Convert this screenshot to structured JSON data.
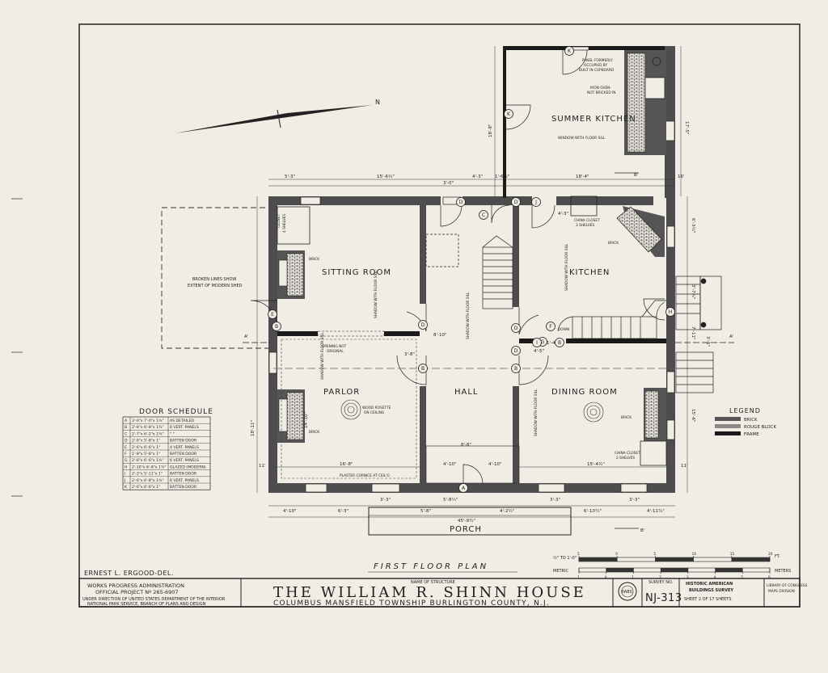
{
  "colors": {
    "paper": "#f1ede4",
    "ink": "#1f1f1f",
    "wall_brick": "#555555",
    "wall_stone": "#8a8a8a"
  },
  "north_label": "N",
  "rooms": {
    "summer_kitchen": "SUMMER KITCHEN",
    "sitting_room": "SITTING ROOM",
    "kitchen": "KITCHEN",
    "parlor": "PARLOR",
    "hall": "HALL",
    "dining_room": "DINING ROOM",
    "porch": "PORCH"
  },
  "notes": {
    "broken_lines_1": "BROKEN LINES SHOW",
    "broken_lines_2": "EXTENT OF MODERN SHED",
    "panel_1": "PANEL FORMERLY",
    "panel_2": "OCCUPIED BY",
    "panel_3": "BUILT IN CUPBOARD",
    "iron_oven_1": "IRON OVEN-",
    "iron_oven_2": "NOT BRICKED IN",
    "summer_window": "WINDOW WITH FLOOR SILL",
    "china_closet_k_1": "CHINA CLOSET",
    "china_closet_k_2": "3 SHELVES",
    "closet_1": "CLOSET",
    "closet_2": "4 SHELVES",
    "brick_1": "BRICK",
    "brick_2": "BRICK",
    "brick_3": "BRICK",
    "brick_4": "BRICK",
    "opening_1": "OPENING NOT",
    "opening_2": "ORIGINAL",
    "wood_rosette_1": "WOOD ROSETTE",
    "wood_rosette_2": "ON CEILING",
    "plaster_cornice": "PLASTER CORNICE AT CEIL'G",
    "china_closet_d_1": "CHINA CLOSET",
    "china_closet_d_2": "2 SHELVES",
    "shadow_1": "SHADOW WITH FLOOR SILL",
    "shadow_2": "SHADOW WITH FLOOR SILL",
    "shadow_3": "SHADOW WITH FLOOR SILL",
    "shadow_4": "SHADOW WITH FLOOR SILL",
    "shadow_5": "SHADOW WITH FLOOR SILL",
    "down": "DOWN",
    "up": "UP"
  },
  "door_tags": {
    "a": "A",
    "b1": "B",
    "b2": "B",
    "b3": "B",
    "b4": "B",
    "c": "C",
    "d1": "D",
    "d2": "D",
    "d3": "D",
    "d4": "D",
    "d5": "D",
    "e": "E",
    "f": "F",
    "g": "G",
    "h": "H",
    "i": "I",
    "j": "J",
    "k1": "K",
    "k2": "K"
  },
  "dimensions": {
    "t1": "5'-3\"",
    "t2": "15'-6¾\"",
    "t3": "3'-0\"",
    "t4": "4'-3\"",
    "t5": "1'-6½\"",
    "t6": "18'-4\"",
    "sk_left": "18'-8\"",
    "sk_right": "17'-5\"",
    "e_kitchen": "6'-3¾\"",
    "e_mid": "3'-7¾\"",
    "e_low": "7'-11\"",
    "e_dining": "15'-6\"",
    "e_out": "3'-5\"",
    "w_main": "18'-11\"",
    "w_parlor": "14'-10\"",
    "b1": "4'-10\"",
    "b2": "6'-3\"",
    "b3": "3'-3\"",
    "b4": "5'-8\"",
    "b5": "4'-2½\"",
    "b6": "3'-3\"",
    "b7": "6'-10¼\"",
    "b8": "3'-3\"",
    "b9": "4'-11¼\"",
    "total": "45'-9¼\"",
    "p1": "16'-8\"",
    "p2": "4'-10\"",
    "p3": "4'-10\"",
    "p4": "8'-8\"",
    "p5": "15'-4½\"",
    "p6": "5'-8¼\"",
    "d_hall": "8'-10\"",
    "d_hall2": "3'-8\"",
    "d_kit": "4'-3\"",
    "d_i": "4'-5\"",
    "d_b": "1'-4\"",
    "sec_b1": "B'",
    "sec_b2": "B'",
    "sec_a1": "A'",
    "sec_a2": "A'",
    "s_11a": "11'",
    "s_11b": "11'",
    "s_16": "16'"
  },
  "door_schedule": {
    "title": "DOOR SCHEDULE",
    "rows": [
      {
        "key": "A",
        "size": "3'-0\"x 7'-0\"x 1¾\"",
        "desc": "AS DETAILED"
      },
      {
        "key": "B",
        "size": "2'-8\"x 6'-8\"x 1¾\"",
        "desc": "6 VERT. PANELS"
      },
      {
        "key": "C",
        "size": "2'-7\"x 6'-2\"x 1¾\"",
        "desc": "\"     \""
      },
      {
        "key": "D",
        "size": "2'-6\"x 5'-8\"x 1\"",
        "desc": "BATTEN DOOR"
      },
      {
        "key": "E",
        "size": "2'-6\"x 6'-6\"x 1\"",
        "desc": "4 VERT. PANELS"
      },
      {
        "key": "F",
        "size": "1'-8\"x 5'-8\"x 1\"",
        "desc": "BATTEN DOOR"
      },
      {
        "key": "G",
        "size": "2'-6\"x 6'-6\"x 1¾\"",
        "desc": "6 VERT. PANELS"
      },
      {
        "key": "H",
        "size": "2'-10\"x 6'-8\"x 1¾\"",
        "desc": "GLAZED (MODERN)"
      },
      {
        "key": "I",
        "size": "2'-3\"x 5'-11\"x 1\"",
        "desc": "BATTEN DOOR"
      },
      {
        "key": "J",
        "size": "2'-6\"x 6'-8\"x 1¾\"",
        "desc": "6 VERT. PANELS"
      },
      {
        "key": "K",
        "size": "2'-6\"x 6'-6\"x 1\"",
        "desc": "BATTEN DOOR"
      }
    ]
  },
  "legend": {
    "title": "LEGEND",
    "items": [
      {
        "label": "BRICK",
        "color": "#555555"
      },
      {
        "label": "ROUGE BLOCK",
        "color": "#8a8a8a"
      },
      {
        "label": "FRAME",
        "color": "#1a1a1a"
      }
    ]
  },
  "plan_title": "FIRST FLOOR PLAN",
  "scale": {
    "imperial_label": "½\" TO 1'-0\"",
    "metric_label": "METRIC",
    "units_ft": "FT.",
    "units_m": "METERS",
    "ticks_ft": [
      "5",
      "0",
      "5",
      "10",
      "15",
      "20"
    ],
    "ticks_m": [
      "1",
      "0",
      "1",
      "2",
      "3",
      "4",
      "5",
      "6"
    ]
  },
  "delineator": "ERNEST L. ERGOOD-DEL.",
  "title_block": {
    "wpa_line1": "WORKS PROGRESS ADMINISTRATION",
    "wpa_line2": "OFFICIAL PROJECT Nº 265-6907",
    "under_line1": "UNDER DIRECTION OF UNITED STATES DEPARTMENT OF THE INTERIOR",
    "under_line2": "NATIONAL PARK SERVICE, BRANCH OF PLANS AND DESIGN",
    "name_label": "NAME OF STRUCTURE",
    "structure_name": "THE WILLIAM R. SHINN HOUSE",
    "location": "COLUMBUS  MANSFIELD TOWNSHIP  BURLINGTON  COUNTY, N.J.",
    "survey_label": "SURVEY NO.",
    "survey_no": "NJ-313",
    "habs_line1": "HISTORIC AMERICAN",
    "habs_line2": "BUILDINGS SURVEY",
    "sheet_text": "SHEET 2 OF 17 SHEETS",
    "loc_line1": "LIBRARY OF CONGRESS",
    "loc_line2": "MAPS DIVISION",
    "seal_text": "HABS"
  }
}
